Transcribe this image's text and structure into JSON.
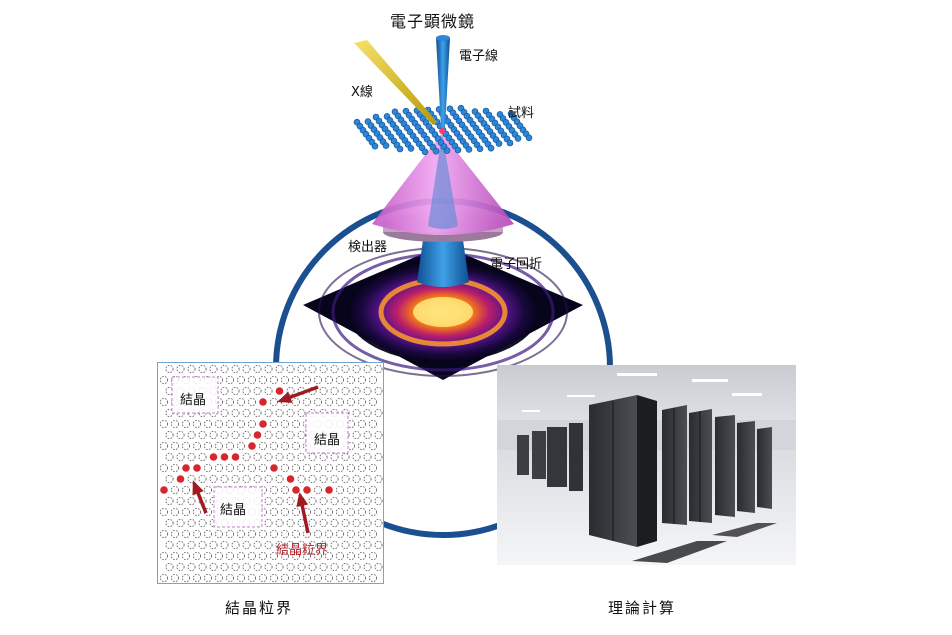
{
  "diagram": {
    "title": "電子顕微鏡",
    "labels": {
      "electron_beam": "電子線",
      "xray": "X線",
      "sample": "試料",
      "detector": "検出器",
      "diffraction": "電子回折"
    },
    "lattice_panel": {
      "grain_label_1": "結晶",
      "grain_label_2": "結晶",
      "grain_label_3": "結晶",
      "boundary_label": "結晶粒界"
    },
    "captions": {
      "left": "結晶粒界",
      "right": "理論計算"
    },
    "colors": {
      "cycle_ring": "#1c4f8f",
      "cone": "#d676d6",
      "beam": "#1b73c4",
      "xray": "#e0c21a",
      "boundary_atoms": "#d8262e",
      "arrows": "#a11a22"
    }
  }
}
